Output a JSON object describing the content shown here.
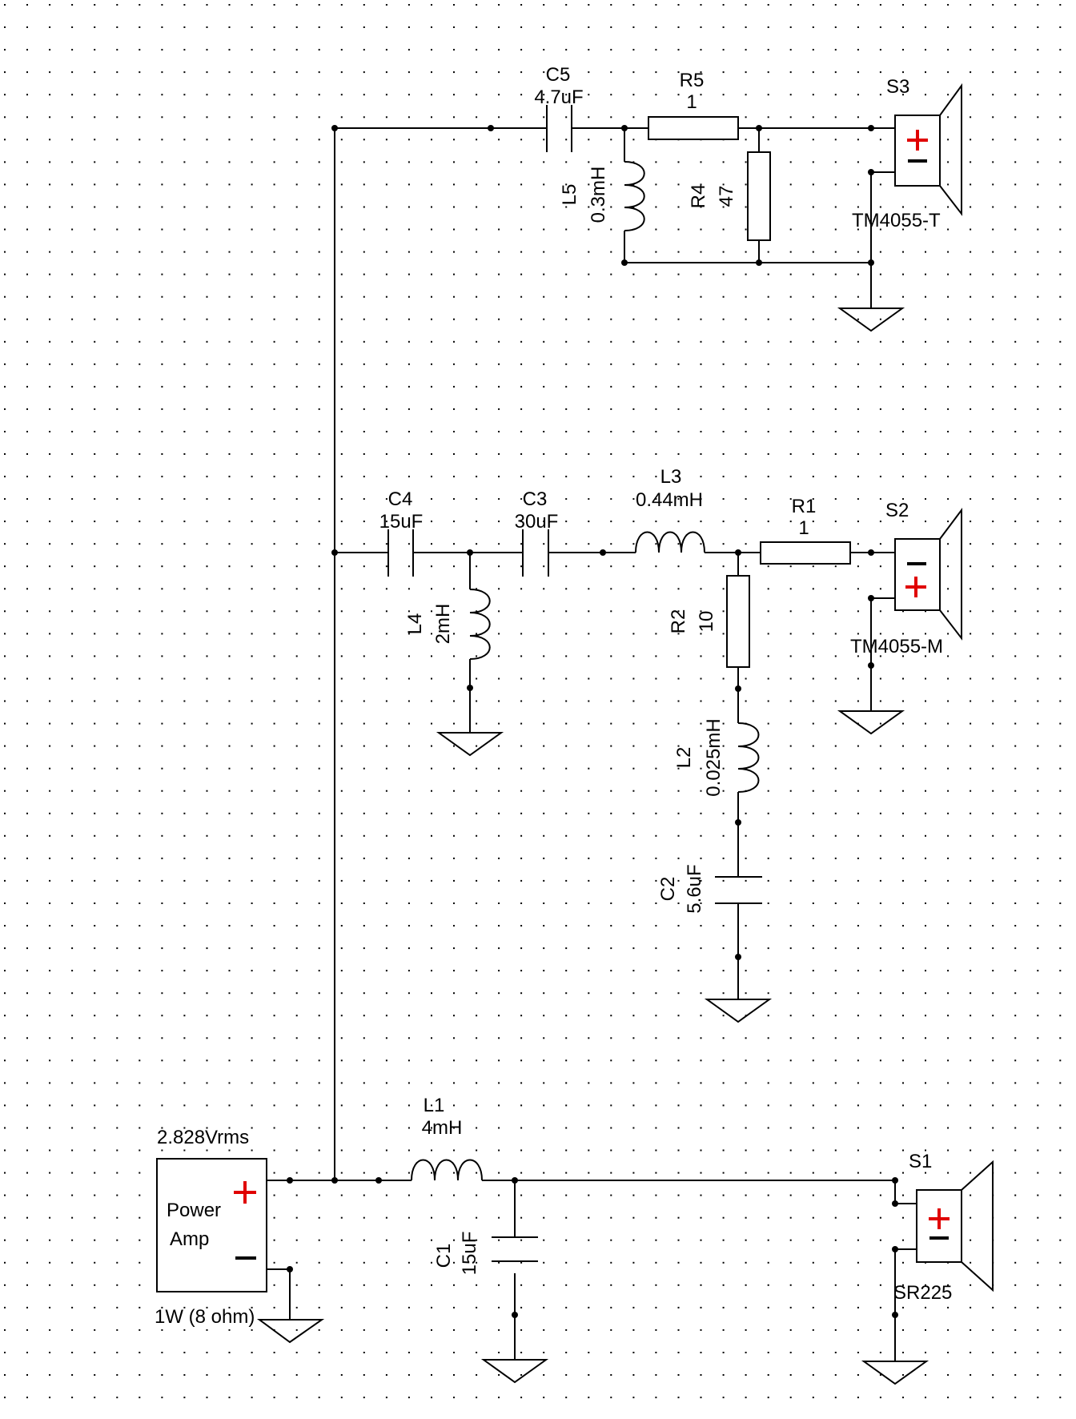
{
  "components": {
    "amp": {
      "voltage": "2.828Vrms",
      "power": "1W (8 ohm)",
      "line1": "Power",
      "line2": "Amp"
    },
    "L1": {
      "ref": "L1",
      "value": "4mH"
    },
    "C1": {
      "ref": "C1",
      "value": "15uF"
    },
    "S1": {
      "ref": "S1",
      "model": "SR225"
    },
    "C4": {
      "ref": "C4",
      "value": "15uF"
    },
    "L4": {
      "ref": "L4",
      "value": "2mH"
    },
    "C3": {
      "ref": "C3",
      "value": "30uF"
    },
    "L3": {
      "ref": "L3",
      "value": "0.44mH"
    },
    "R1": {
      "ref": "R1",
      "value": "1"
    },
    "R2": {
      "ref": "R2",
      "value": "10"
    },
    "L2": {
      "ref": "L2",
      "value": "0.025mH"
    },
    "C2": {
      "ref": "C2",
      "value": "5.6uF"
    },
    "S2": {
      "ref": "S2",
      "model": "TM4055-M"
    },
    "C5": {
      "ref": "C5",
      "value": "4.7uF"
    },
    "R5": {
      "ref": "R5",
      "value": "1"
    },
    "L5": {
      "ref": "L5",
      "value": "0.3mH"
    },
    "R4": {
      "ref": "R4",
      "value": "47"
    },
    "S3": {
      "ref": "S3",
      "model": "TM4055-T"
    }
  },
  "colors": {
    "wire": "#000000",
    "polarity_plus": "#e00000",
    "grid_dot": "#000000"
  }
}
